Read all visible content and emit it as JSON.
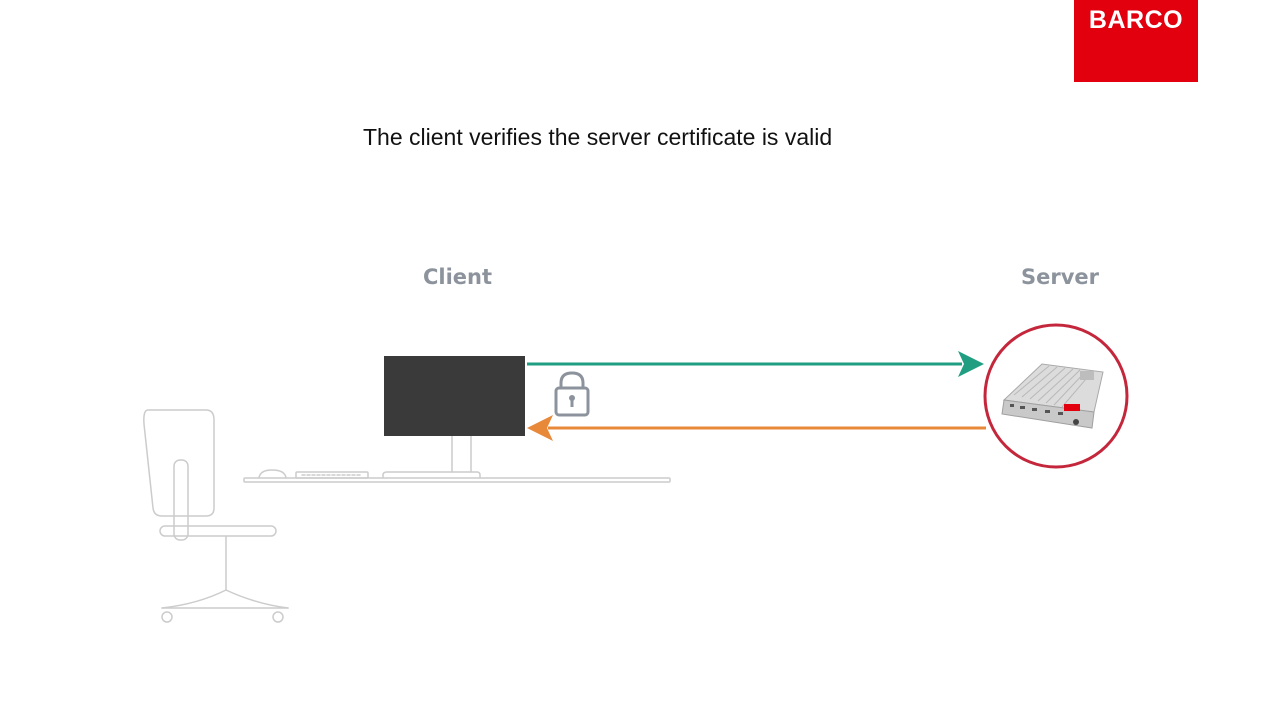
{
  "brand": {
    "logo_text": "BARCO",
    "color": "#e2000f"
  },
  "caption": "The client verifies the server certificate is valid",
  "nodes": {
    "client_label": "Client",
    "server_label": "Server"
  },
  "arrows": {
    "request_color": "#1f9e82",
    "response_color": "#e8893a"
  },
  "icons": {
    "lock": "padlock-icon",
    "server": "server-device-icon",
    "workstation": "desk-chair-monitor-icon"
  },
  "colors": {
    "server_ring": "#c4273b",
    "line_art": "#cccccc",
    "lock": "#8c939c",
    "monitor": "#3a3a3a"
  }
}
